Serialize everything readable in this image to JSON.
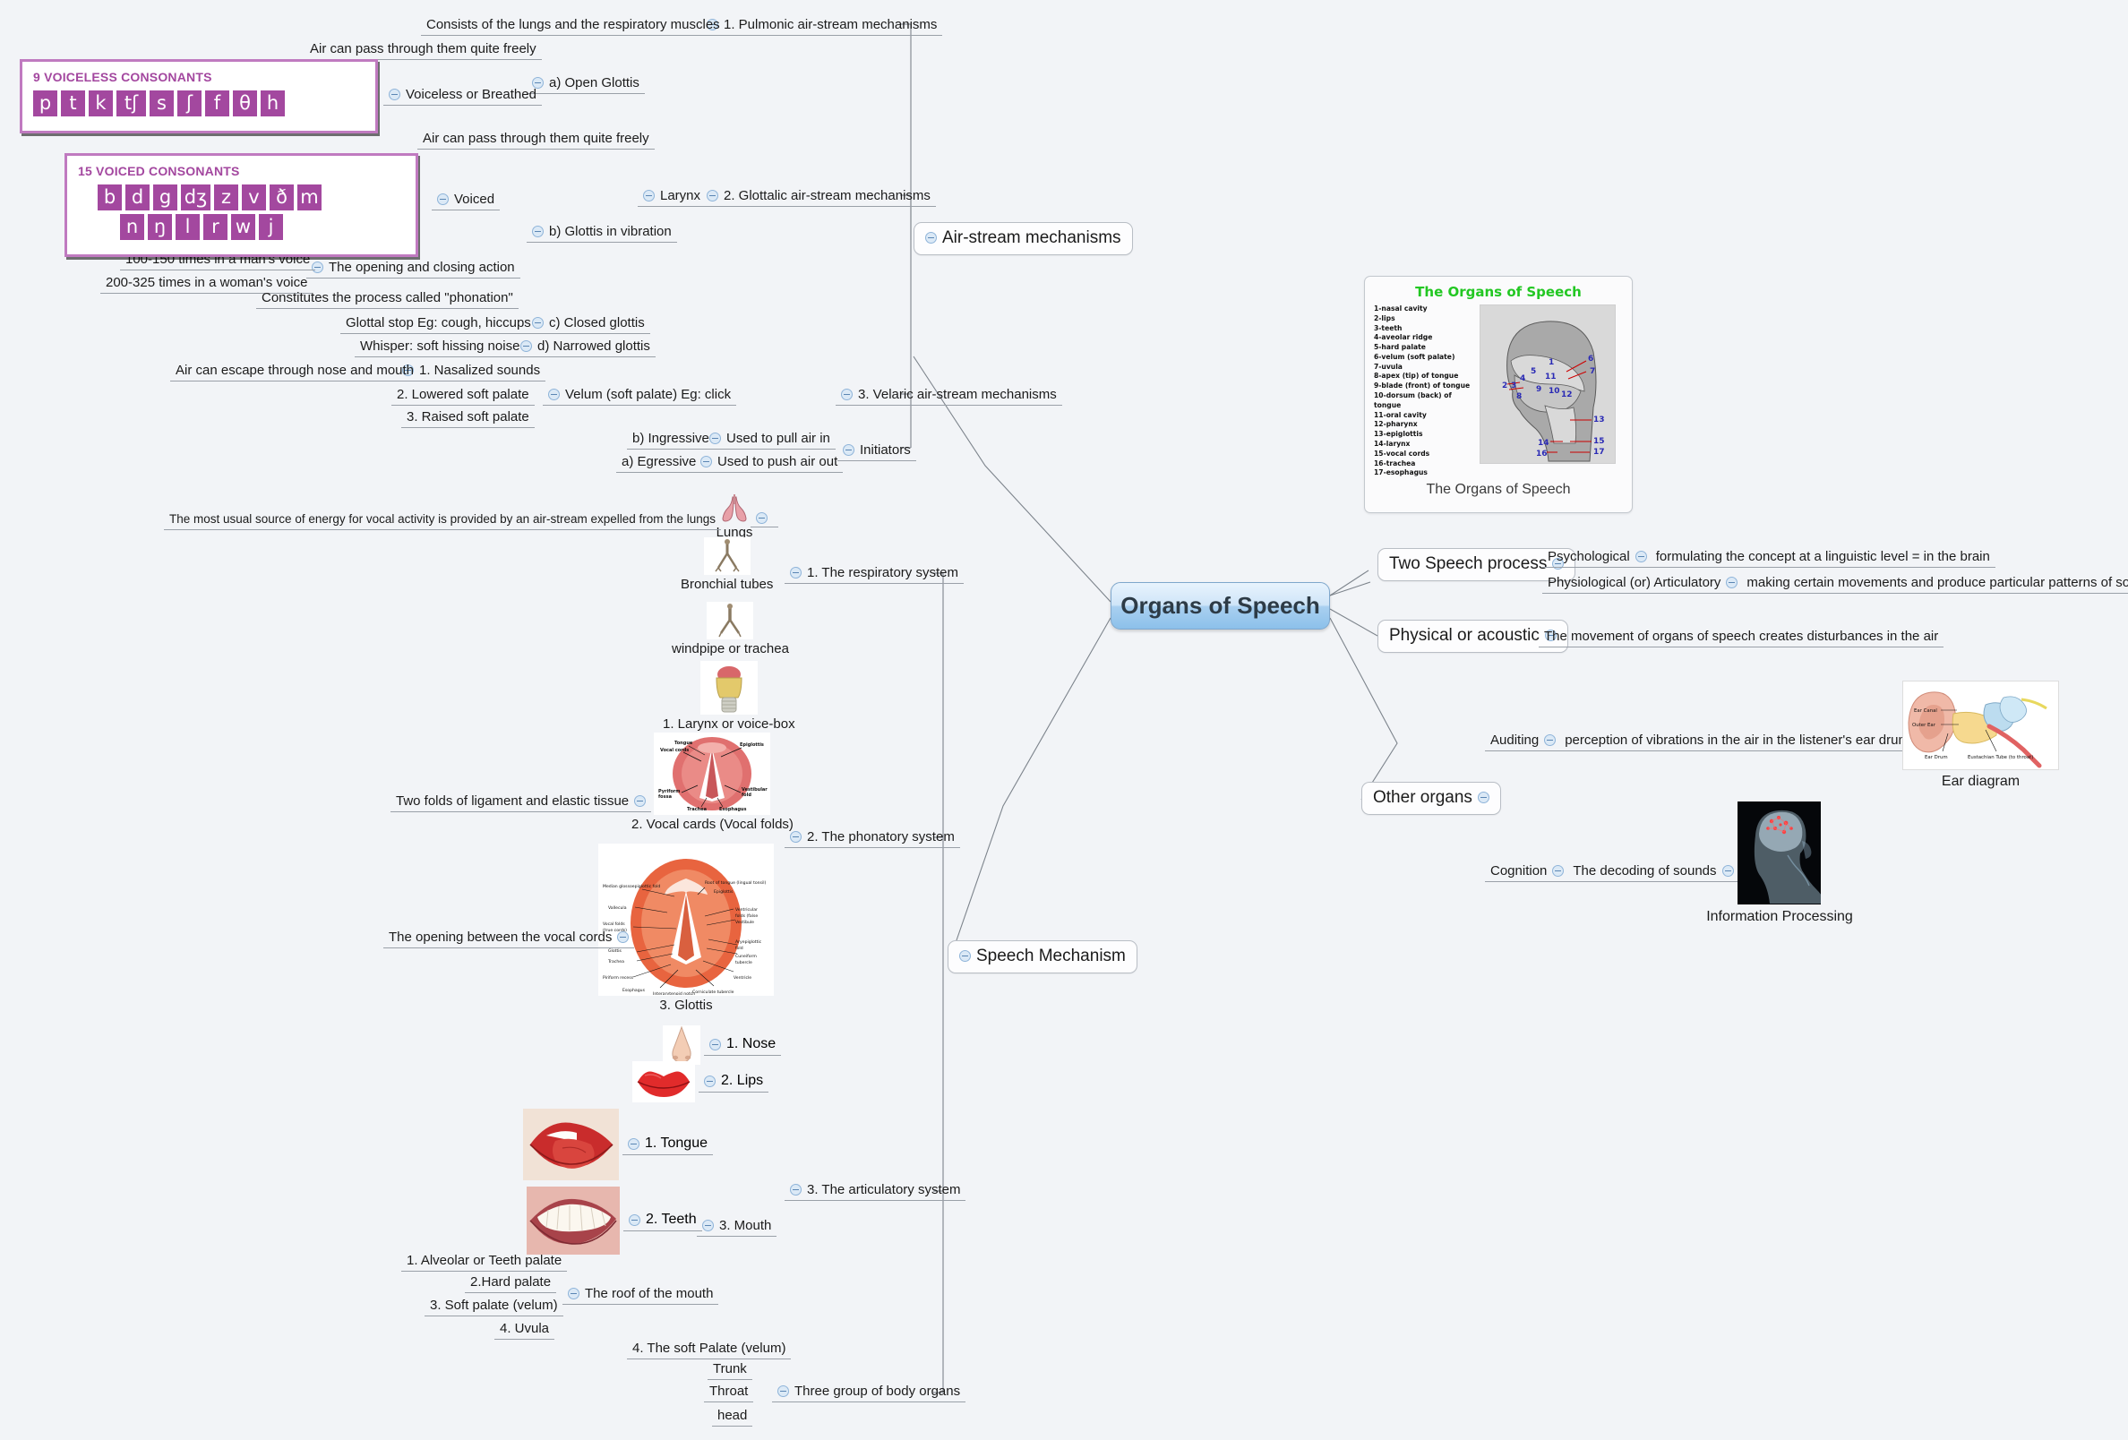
{
  "central": {
    "label": "Organs of Speech"
  },
  "main_branches": {
    "airstream": "Air-stream mechanisms",
    "speech_mechanism": "Speech Mechanism",
    "two_speech_process": "Two Speech process",
    "physical_or_acoustic": "Physical or acoustic",
    "other_organs": "Other organs"
  },
  "airstream_branch": {
    "pulmonic": {
      "label": "1. Pulmonic air-stream mechanisms",
      "detail": "Consists of the lungs and the respiratory muscles"
    },
    "glottalic": {
      "label": "2. Glottalic air-stream mechanisms",
      "larynx": "Larynx",
      "open_glottis": {
        "label": "a) Open Glottis",
        "voiceless": "Voiceless or Breathed",
        "air_note": "Air can pass through them quite freely"
      },
      "glottis_vibration": {
        "label": "b) Glottis in vibration",
        "voiced": "Voiced",
        "air_note": "Air can pass through them quite freely",
        "opening_closing": "The opening and closing action",
        "man_rate": "100-150 times in a man's voice",
        "woman_rate": "200-325 times in a woman's voice",
        "phonation": "Constitutes the process called \"phonation\""
      },
      "closed_glottis": {
        "label": "c) Closed glottis",
        "detail": "Glottal stop Eg: cough, hiccups"
      },
      "narrowed_glottis": {
        "label": "d) Narrowed glottis",
        "detail": "Whisper: soft hissing noise"
      }
    },
    "velaric": {
      "label": "3. Velaric air-stream mechanisms",
      "velum": "Velum (soft palate) Eg: click",
      "nasalized": "1. Nasalized sounds",
      "nasalized_detail": "Air can escape through nose and mouth",
      "lowered": "2. Lowered  soft palate",
      "raised": "3. Raised soft palate"
    },
    "initiators": {
      "label": "Initiators",
      "ingressive": "b) Ingressive",
      "ingressive_detail": "Used to pull air in",
      "egressive": "a) Egressive",
      "egressive_detail": "Used to push air out"
    }
  },
  "voiceless_card": {
    "title": "9 VOICELESS CONSONANTS",
    "symbols": [
      "p",
      "t",
      "k",
      "tʃ",
      "s",
      "ʃ",
      "f",
      "θ",
      "h"
    ]
  },
  "voiced_card": {
    "title": "15 VOICED CONSONANTS",
    "row1": [
      "b",
      "d",
      "g",
      "dʒ",
      "z",
      "v",
      "ð",
      "m"
    ],
    "row2": [
      "n",
      "ŋ",
      "l",
      "r",
      "w",
      "j"
    ]
  },
  "speech_mechanism_branch": {
    "respiratory": {
      "label": "1. The respiratory system",
      "lungs": "Lungs",
      "lungs_detail": "The most usual source of energy for vocal activity is provided by an air-stream expelled from the lungs",
      "bronchial": "Bronchial tubes",
      "trachea": "windpipe or trachea"
    },
    "phonatory": {
      "label": "2. The phonatory system",
      "larynx": "1. Larynx or voice-box",
      "vocal_cards": "2. Vocal cards (Vocal folds)",
      "vocal_cards_detail": "Two folds of ligament and elastic tissue",
      "glottis": "3. Glottis",
      "glottis_detail": "The opening between the vocal cords"
    },
    "articulatory": {
      "label": "3. The articulatory system",
      "nose": "1. Nose",
      "lips": "2. Lips",
      "mouth": "3. Mouth",
      "tongue": "1. Tongue",
      "teeth": "2. Teeth",
      "roof": "The roof of the mouth",
      "roof_items": [
        "1. Alveolar or Teeth palate",
        "2.Hard palate",
        "3. Soft palate (velum)",
        "4. Uvula"
      ],
      "soft_palate": "4. The soft Palate (velum)"
    },
    "body_organs": {
      "label": "Three group of body organs",
      "items": [
        "Trunk",
        "Throat",
        "head"
      ]
    }
  },
  "two_speech_process_items": [
    {
      "label": "Psychological",
      "detail": "formulating the concept at a linguistic level = in the brain"
    },
    {
      "label": "Physiological (or) Articulatory",
      "detail": "making certain movements and produce particular patterns of sounds"
    }
  ],
  "physical_detail": "The movement of organs of speech creates disturbances in the air",
  "other_organs_items": {
    "auditing": {
      "label": "Auditing",
      "detail": "perception of vibrations in the air in the listener's ear drum",
      "image_caption": "Ear diagram"
    },
    "cognition": {
      "label": "Cognition",
      "detail": "The decoding of sounds",
      "image_caption": "Information Processing"
    }
  },
  "organs_image": {
    "title": "The Organs of Speech",
    "caption": "The Organs of Speech",
    "legend": [
      "1-nasal cavity",
      "2-lips",
      "3-teeth",
      "4-aveolar ridge",
      "5-hard palate",
      "6-velum (soft palate)",
      "7-uvula",
      "8-apex (tip) of tongue",
      "9-blade (front) of tongue",
      "10-dorsum (back) of tongue",
      "11-oral cavity",
      "12-pharynx",
      "13-epiglottis",
      "14-larynx",
      "15-vocal cords",
      "16-trachea",
      "17-esophagus"
    ]
  },
  "ear_image_labels": [
    "Ear Canal",
    "Outer Ear",
    "Ear Drum",
    "Eustachian Tube (to throat)"
  ],
  "colors": {
    "background": "#f2f4f7",
    "central_fill": "#a9d0f0",
    "consonant_fill": "#a3489f",
    "consonant_border": "#c07ac0",
    "consonant_title": "#a3479f",
    "collapse_icon": "#8fb4d9",
    "link_stroke": "#7d848c",
    "organs_title_green": "#22c722"
  }
}
